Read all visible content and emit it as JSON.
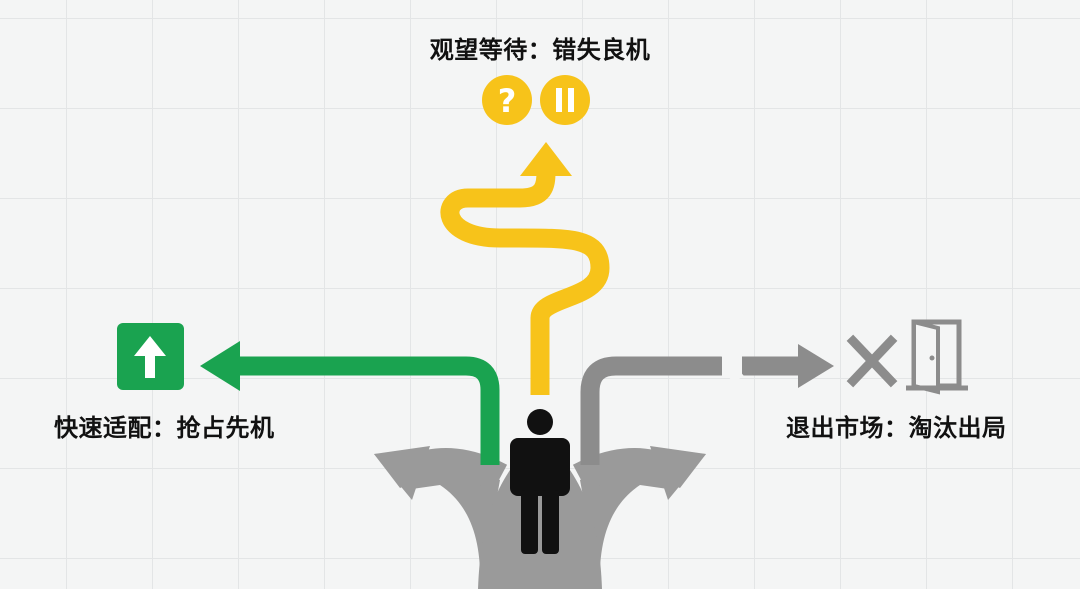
{
  "labels": {
    "top": "观望等待：错失良机",
    "left": "快速适配：抢占先机",
    "right": "退出市场：淘汰出局"
  },
  "colors": {
    "green": "#1aa350",
    "yellow": "#f7c31a",
    "gray": "#8c8c8c",
    "road_gray": "#9a9a9a",
    "person": "#111111",
    "background": "#f4f5f5"
  },
  "icons": {
    "left": "up-arrow-icon",
    "top_1": "question-mark-icon",
    "top_2": "pause-icon",
    "right_1": "x-mark-icon",
    "right_2": "open-door-icon"
  }
}
